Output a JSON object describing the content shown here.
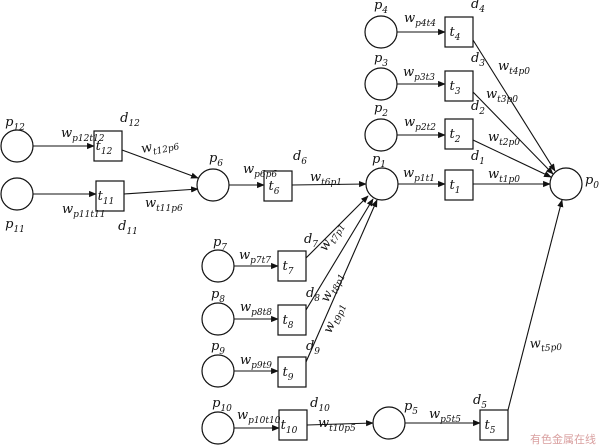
{
  "places": [
    {
      "id": "p12",
      "base": "p",
      "sub": "12"
    },
    {
      "id": "p11",
      "base": "p",
      "sub": "11"
    },
    {
      "id": "p6",
      "base": "p",
      "sub": "6"
    },
    {
      "id": "p1",
      "base": "p",
      "sub": "1"
    },
    {
      "id": "p4",
      "base": "p",
      "sub": "4"
    },
    {
      "id": "p3",
      "base": "p",
      "sub": "3"
    },
    {
      "id": "p2",
      "base": "p",
      "sub": "2"
    },
    {
      "id": "p0",
      "base": "p",
      "sub": "0"
    },
    {
      "id": "p7",
      "base": "p",
      "sub": "7"
    },
    {
      "id": "p8",
      "base": "p",
      "sub": "8"
    },
    {
      "id": "p9",
      "base": "p",
      "sub": "9"
    },
    {
      "id": "p10",
      "base": "p",
      "sub": "10"
    },
    {
      "id": "p5",
      "base": "p",
      "sub": "5"
    }
  ],
  "transitions": [
    {
      "id": "t12",
      "base": "t",
      "sub": "12",
      "delay": {
        "base": "d",
        "sub": "12"
      }
    },
    {
      "id": "t11",
      "base": "t",
      "sub": "11",
      "delay": {
        "base": "d",
        "sub": "11"
      }
    },
    {
      "id": "t6",
      "base": "t",
      "sub": "6",
      "delay": {
        "base": "d",
        "sub": "6"
      }
    },
    {
      "id": "t4",
      "base": "t",
      "sub": "4",
      "delay": {
        "base": "d",
        "sub": "4"
      }
    },
    {
      "id": "t3",
      "base": "t",
      "sub": "3",
      "delay": {
        "base": "d",
        "sub": "3"
      }
    },
    {
      "id": "t2",
      "base": "t",
      "sub": "2",
      "delay": {
        "base": "d",
        "sub": "2"
      }
    },
    {
      "id": "t1",
      "base": "t",
      "sub": "1",
      "delay": {
        "base": "d",
        "sub": "1"
      }
    },
    {
      "id": "t7",
      "base": "t",
      "sub": "7",
      "delay": {
        "base": "d",
        "sub": "7"
      }
    },
    {
      "id": "t8",
      "base": "t",
      "sub": "8",
      "delay": {
        "base": "d",
        "sub": "8"
      }
    },
    {
      "id": "t9",
      "base": "t",
      "sub": "9",
      "delay": {
        "base": "d",
        "sub": "9"
      }
    },
    {
      "id": "t10",
      "base": "t",
      "sub": "10",
      "delay": {
        "base": "d",
        "sub": "10"
      }
    },
    {
      "id": "t5",
      "base": "t",
      "sub": "5",
      "delay": {
        "base": "d",
        "sub": "5"
      }
    }
  ],
  "arcs": [
    {
      "id": "a1",
      "from": "p12",
      "to": "t12",
      "w": {
        "base": "w",
        "sub": "p12t12"
      }
    },
    {
      "id": "a2",
      "from": "p11",
      "to": "t11",
      "w": {
        "base": "w",
        "sub": "p11t11"
      }
    },
    {
      "id": "a3",
      "from": "t12",
      "to": "p6",
      "w": {
        "base": "w",
        "sub": "t12p6"
      }
    },
    {
      "id": "a4",
      "from": "t11",
      "to": "p6",
      "w": {
        "base": "w",
        "sub": "t11p6"
      }
    },
    {
      "id": "a5",
      "from": "p6",
      "to": "t6",
      "w": {
        "base": "w",
        "sub": "p6p6"
      }
    },
    {
      "id": "a6",
      "from": "t6",
      "to": "p1",
      "w": {
        "base": "w",
        "sub": "t6p1"
      }
    },
    {
      "id": "a7",
      "from": "p1",
      "to": "t1",
      "w": {
        "base": "w",
        "sub": "p1t1"
      }
    },
    {
      "id": "a8",
      "from": "t1",
      "to": "p0",
      "w": {
        "base": "w",
        "sub": "t1p0"
      }
    },
    {
      "id": "a9",
      "from": "p4",
      "to": "t4",
      "w": {
        "base": "w",
        "sub": "p4t4"
      }
    },
    {
      "id": "a10",
      "from": "t4",
      "to": "p0",
      "w": {
        "base": "w",
        "sub": "t4p0"
      }
    },
    {
      "id": "a11",
      "from": "p3",
      "to": "t3",
      "w": {
        "base": "w",
        "sub": "p3t3"
      }
    },
    {
      "id": "a12",
      "from": "t3",
      "to": "p0",
      "w": {
        "base": "w",
        "sub": "t3p0"
      }
    },
    {
      "id": "a13",
      "from": "p2",
      "to": "t2",
      "w": {
        "base": "w",
        "sub": "p2t2"
      }
    },
    {
      "id": "a14",
      "from": "t2",
      "to": "p0",
      "w": {
        "base": "w",
        "sub": "t2p0"
      }
    },
    {
      "id": "a15",
      "from": "p7",
      "to": "t7",
      "w": {
        "base": "w",
        "sub": "p7t7"
      }
    },
    {
      "id": "a16",
      "from": "t7",
      "to": "p1",
      "w": {
        "base": "w",
        "sub": "t7p1"
      }
    },
    {
      "id": "a17",
      "from": "p8",
      "to": "t8",
      "w": {
        "base": "w",
        "sub": "p8t8"
      }
    },
    {
      "id": "a18",
      "from": "t8",
      "to": "p1",
      "w": {
        "base": "w",
        "sub": "t8p1"
      }
    },
    {
      "id": "a19",
      "from": "p9",
      "to": "t9",
      "w": {
        "base": "w",
        "sub": "p9t9"
      }
    },
    {
      "id": "a20",
      "from": "t9",
      "to": "p1",
      "w": {
        "base": "w",
        "sub": "t9p1"
      }
    },
    {
      "id": "a21",
      "from": "p10",
      "to": "t10",
      "w": {
        "base": "w",
        "sub": "p10t10"
      }
    },
    {
      "id": "a22",
      "from": "t10",
      "to": "p5",
      "w": {
        "base": "w",
        "sub": "t10p5"
      }
    },
    {
      "id": "a23",
      "from": "p5",
      "to": "t5",
      "w": {
        "base": "w",
        "sub": "p5t5"
      }
    },
    {
      "id": "a24",
      "from": "t5",
      "to": "p0",
      "w": {
        "base": "w",
        "sub": "t5p0"
      }
    }
  ],
  "watermark": "有色金属在线"
}
